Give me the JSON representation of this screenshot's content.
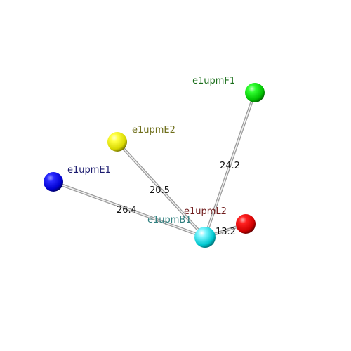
{
  "diagram": {
    "nodes": [
      {
        "id": "B1",
        "label": "e1upmB1",
        "color": "#00e5ee",
        "label_color": "#2f7f7f"
      },
      {
        "id": "E1",
        "label": "e1upmE1",
        "color": "#0000ee",
        "label_color": "#1a1a6e"
      },
      {
        "id": "E2",
        "label": "e1upmE2",
        "color": "#e8e800",
        "label_color": "#6e6e1a"
      },
      {
        "id": "F1",
        "label": "e1upmF1",
        "color": "#00cc00",
        "label_color": "#1a6e1a"
      },
      {
        "id": "L2",
        "label": "e1upmL2",
        "color": "#e60000",
        "label_color": "#6e1a1a"
      }
    ],
    "edges": [
      {
        "from": "E1",
        "to": "B1",
        "label": "26.4"
      },
      {
        "from": "E2",
        "to": "B1",
        "label": "20.5"
      },
      {
        "from": "F1",
        "to": "B1",
        "label": "24.2"
      },
      {
        "from": "L2",
        "to": "B1",
        "label": "13.2"
      }
    ]
  }
}
